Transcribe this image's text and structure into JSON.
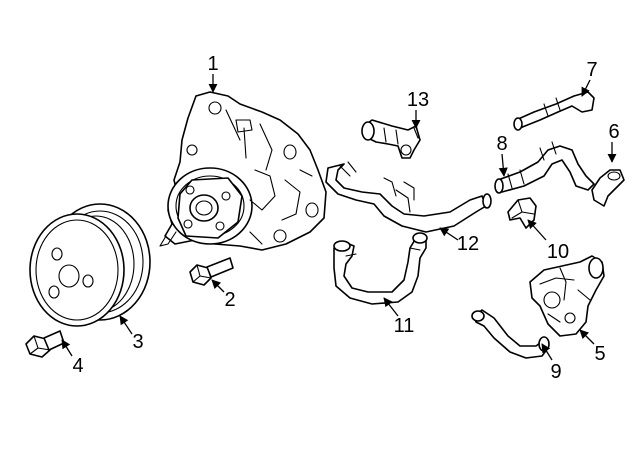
{
  "callouts": [
    {
      "id": "1",
      "label": "1"
    },
    {
      "id": "2",
      "label": "2"
    },
    {
      "id": "3",
      "label": "3"
    },
    {
      "id": "4",
      "label": "4"
    },
    {
      "id": "5",
      "label": "5"
    },
    {
      "id": "6",
      "label": "6"
    },
    {
      "id": "7",
      "label": "7"
    },
    {
      "id": "8",
      "label": "8"
    },
    {
      "id": "9",
      "label": "9"
    },
    {
      "id": "10",
      "label": "10"
    },
    {
      "id": "11",
      "label": "11"
    },
    {
      "id": "12",
      "label": "12"
    },
    {
      "id": "13",
      "label": "13"
    }
  ],
  "colors": {
    "line": "#000000",
    "background": "#ffffff"
  }
}
